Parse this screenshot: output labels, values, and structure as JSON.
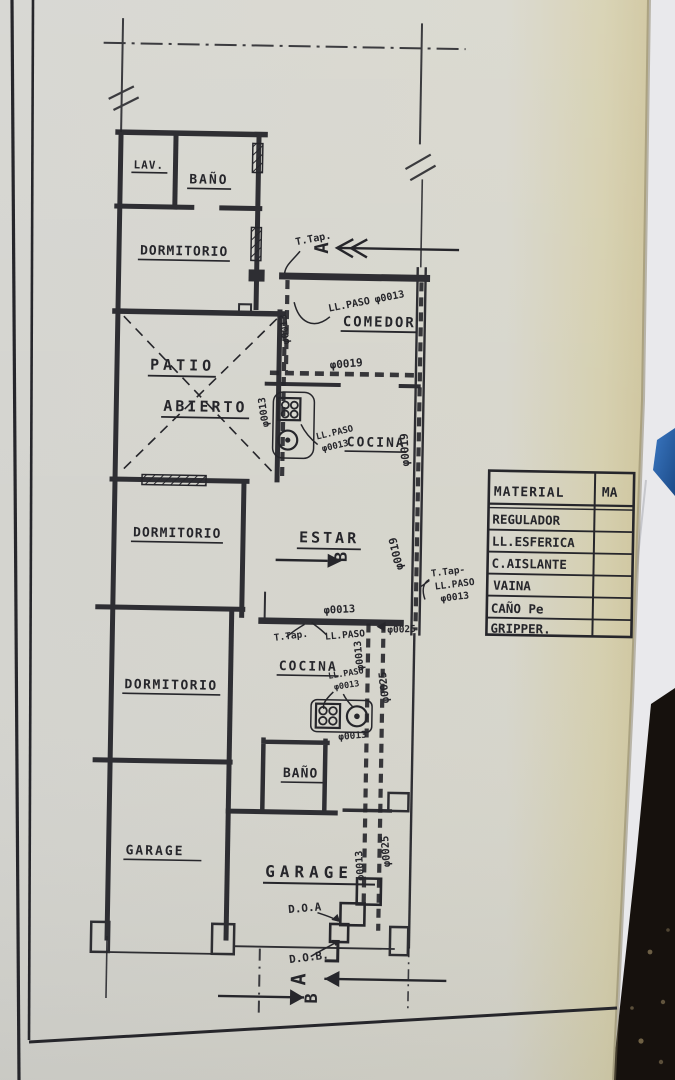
{
  "photo": {
    "description": "hand-drawn architectural floor plan (gas/heating installation) photographed on a desk",
    "colors": {
      "paper": "#d7d6ce",
      "paper_edge": "#cfc5a0",
      "ink": "#26262b",
      "white_sheet": "#e9e9ec",
      "blue_object": "#2f64a8",
      "dark_object": "#16110d"
    }
  },
  "rooms": {
    "lav": "LAV.",
    "bano_top": "BAÑO",
    "dorm1": "DORMITORIO",
    "patio_line1": "PATIO",
    "patio_line2": "ABIERTO",
    "comedor": "COMEDOR",
    "cocina_top": "COCINA",
    "estar": "ESTAR",
    "dorm2": "DORMITORIO",
    "dorm3": "DORMITORIO",
    "cocina_low": "COCINA",
    "bano_low": "BAÑO",
    "garage_left": "GARAGE",
    "garage_right": "GARAGE"
  },
  "annotations": {
    "ttap": "T.Tap.",
    "ttap_dash": "T.Tap-",
    "llpaso": "LL.PASO",
    "d13": "φ0013",
    "d19": "φ0019",
    "d25": "φ0025",
    "doa": "D.O.A",
    "dob": "D.O.B.",
    "sec_a": "A",
    "sec_b": "B"
  },
  "materials_table": {
    "header": [
      "MATERIAL",
      "MA"
    ],
    "rows": [
      "REGULADOR",
      "LL.ESFERICA",
      "C.AISLANTE",
      "VAINA",
      "CAÑO Pe",
      "GRIPPER."
    ]
  }
}
